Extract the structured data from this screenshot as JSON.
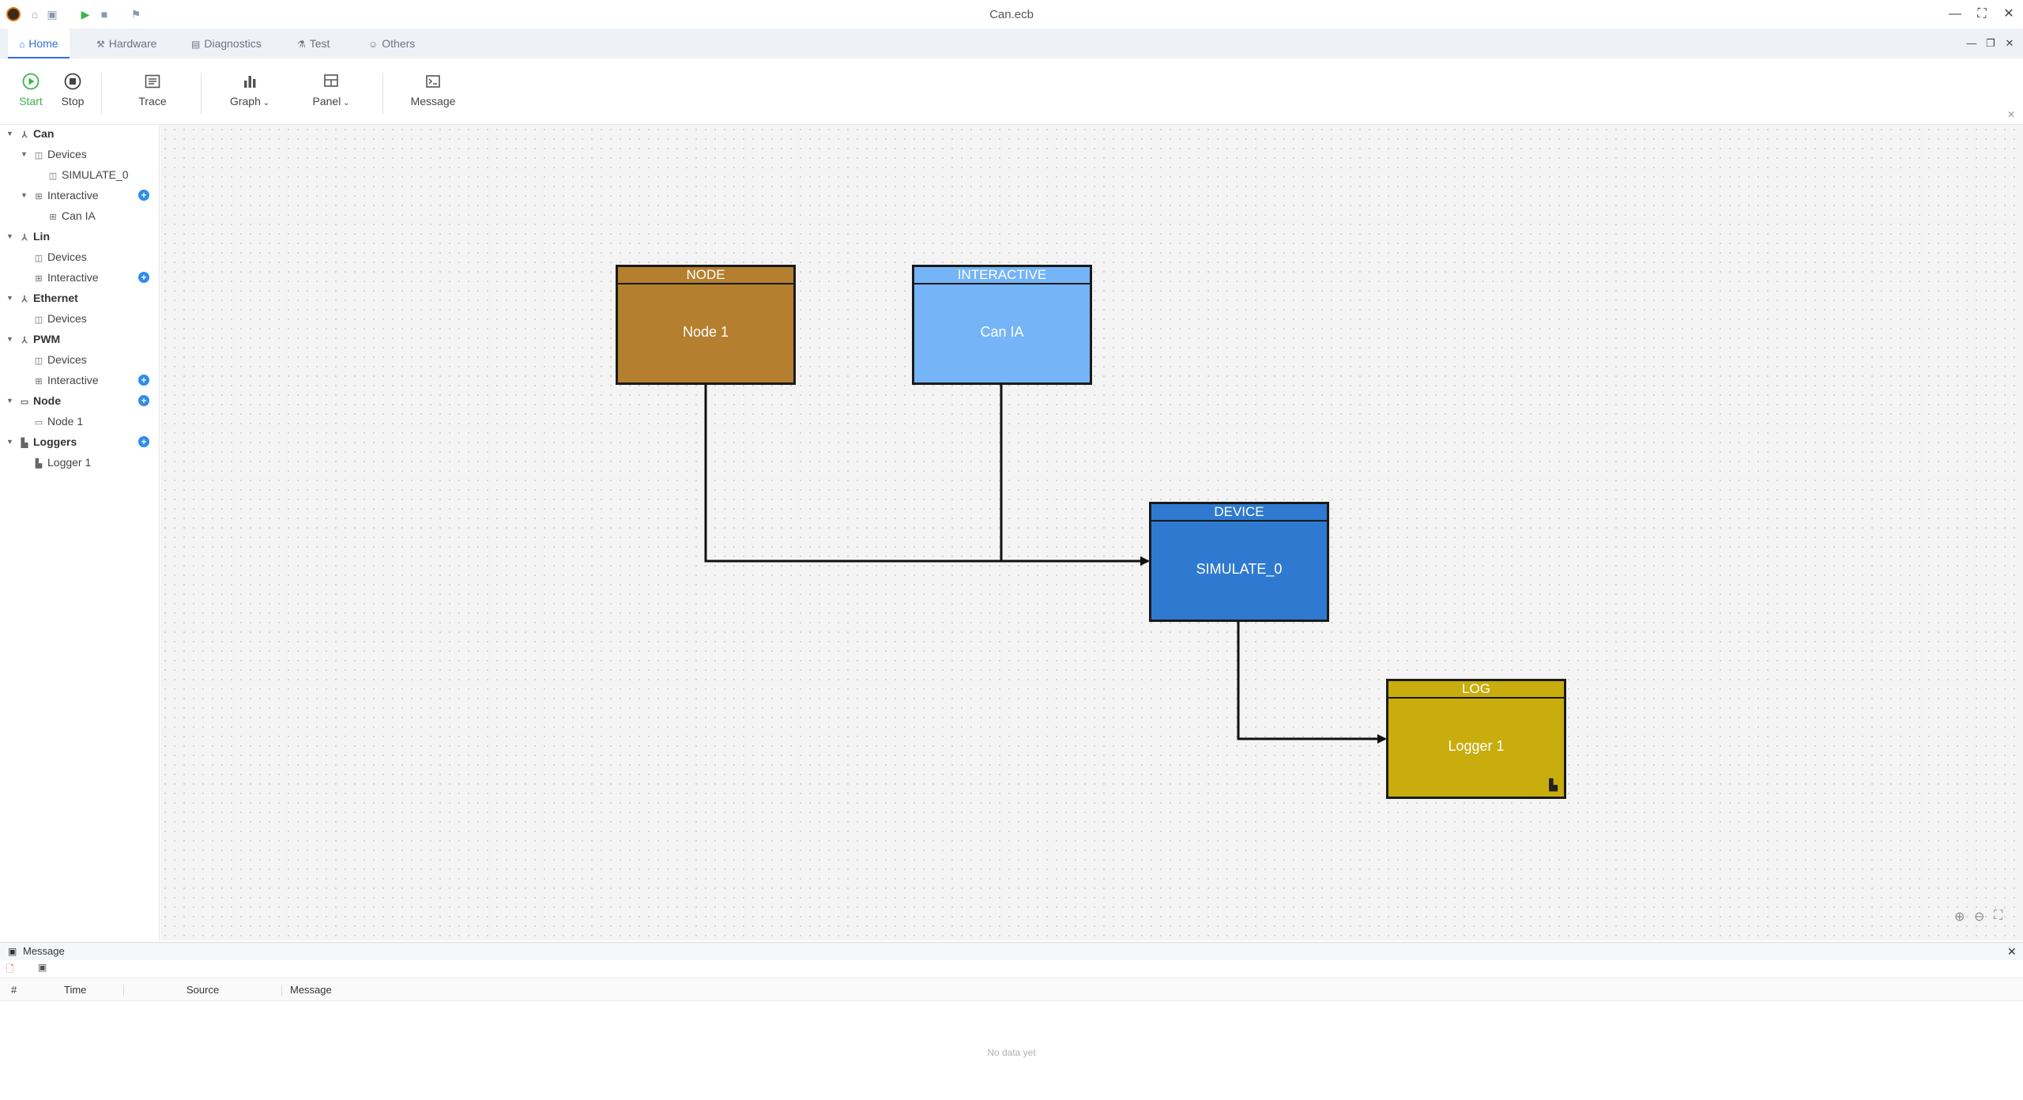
{
  "window": {
    "title": "Can.ecb"
  },
  "tabs": [
    {
      "label": "Home",
      "icon": "home-icon"
    },
    {
      "label": "Hardware",
      "icon": "hardware-icon"
    },
    {
      "label": "Diagnostics",
      "icon": "diagnostics-icon"
    },
    {
      "label": "Test",
      "icon": "test-icon"
    },
    {
      "label": "Others",
      "icon": "others-icon"
    }
  ],
  "ribbon": {
    "start": "Start",
    "stop": "Stop",
    "trace": "Trace",
    "graph": "Graph",
    "panel": "Panel",
    "message": "Message"
  },
  "tree": {
    "can": "Can",
    "can_devices": "Devices",
    "can_sim": "SIMULATE_0",
    "can_interactive": "Interactive",
    "can_ia": "Can IA",
    "lin": "Lin",
    "lin_devices": "Devices",
    "lin_interactive": "Interactive",
    "ethernet": "Ethernet",
    "eth_devices": "Devices",
    "pwm": "PWM",
    "pwm_devices": "Devices",
    "pwm_interactive": "Interactive",
    "node": "Node",
    "node_1": "Node 1",
    "loggers": "Loggers",
    "logger_1": "Logger 1"
  },
  "diagram": {
    "node": {
      "header": "NODE",
      "label": "Node 1",
      "color": "#b47f2e"
    },
    "interactive": {
      "header": "INTERACTIVE",
      "label": "Can IA",
      "color": "#74b4f7"
    },
    "device": {
      "header": "DEVICE",
      "label": "SIMULATE_0",
      "color": "#2f7ad0"
    },
    "log": {
      "header": "LOG",
      "label": "Logger 1",
      "color": "#c9ad0d"
    }
  },
  "message_panel": {
    "title": "Message",
    "columns": [
      "#",
      "Time",
      "Source",
      "Message"
    ],
    "empty_text": "No data yet"
  },
  "colors": {
    "accent": "#2f6fd6",
    "start_green": "#3bb54a"
  }
}
